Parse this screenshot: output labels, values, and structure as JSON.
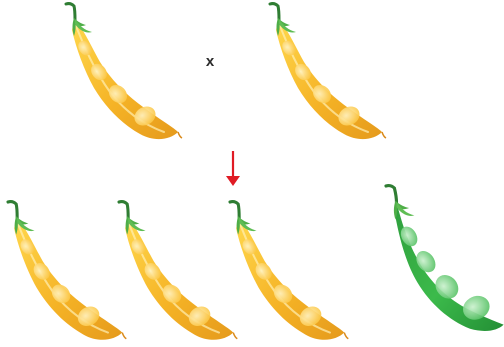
{
  "cross": {
    "symbol": "x"
  },
  "pods": {
    "parents": [
      {
        "id": "parent-1",
        "color": "yellow"
      },
      {
        "id": "parent-2",
        "color": "yellow"
      }
    ],
    "offspring": [
      {
        "id": "offspring-1",
        "color": "yellow"
      },
      {
        "id": "offspring-2",
        "color": "yellow"
      },
      {
        "id": "offspring-3",
        "color": "yellow"
      },
      {
        "id": "offspring-4",
        "color": "green"
      }
    ]
  },
  "colors": {
    "yellow_pod": "#f5b326",
    "yellow_pod_light": "#fde08a",
    "yellow_pod_dark": "#d9891a",
    "green_pod": "#38b04a",
    "green_pod_light": "#9fe0a6",
    "green_pod_dark": "#1f8a34",
    "stem": "#4fae48",
    "stem_dark": "#2f7d33",
    "arrow": "#e01b24"
  }
}
